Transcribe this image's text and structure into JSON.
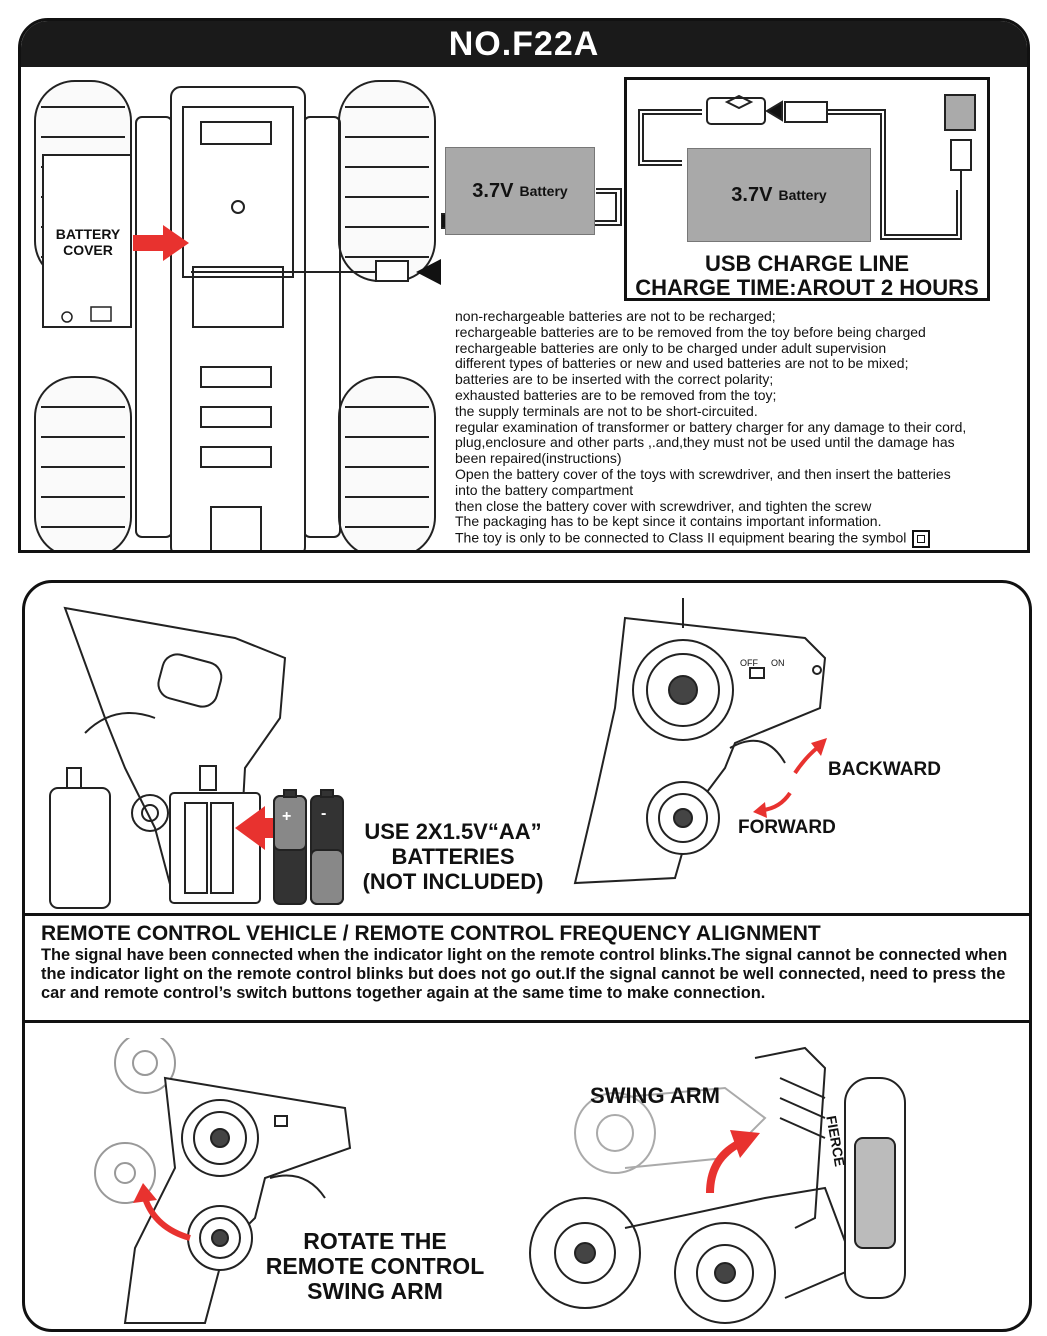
{
  "header": {
    "title": "NO.F22A"
  },
  "battery_diagram": {
    "battery_cover_label": "BATTERY COVER",
    "battery_voltage": "3.7V",
    "battery_word": "Battery"
  },
  "usb_box": {
    "battery_voltage": "3.7V",
    "battery_word": "Battery",
    "line1": "USB CHARGE LINE",
    "line2": "CHARGE TIME:AROUT 2 HOURS"
  },
  "notes": [
    "non-rechargeable batteries are not to be recharged;",
    "rechargeable batteries are to be removed from the toy before being charged",
    "rechargeable batteries are only to be charged under adult supervision",
    "different types of batteries or new and used batteries are not to be mixed;",
    "batteries are to be inserted with the correct polarity;",
    "exhausted batteries are to be removed from the toy;",
    "the supply terminals are not to be short-circuited.",
    "regular examination of transformer or battery charger for any damage to their cord,",
    "plug,enclosure and other parts ,.and,they must not be used until the damage has",
    "been repaired(instructions)",
    "Open the battery cover of the toys with screwdriver, and then insert the batteries",
    "into the battery compartment",
    "then close the battery cover with screwdriver, and tighten the screw",
    "The packaging has to be kept since it contains important information.",
    "The toy is only to be connected to Class II equipment bearing the symbol"
  ],
  "remote_batteries": {
    "line1": "USE 2X1.5V“AA”",
    "line2": "BATTERIES",
    "line3": "(NOT INCLUDED)",
    "plus": "+",
    "minus": "-"
  },
  "remote_controls": {
    "off_label": "OFF",
    "on_label": "ON",
    "backward_label": "BACKWARD",
    "forward_label": "FORWARD"
  },
  "frequency": {
    "title": "REMOTE CONTROL VEHICLE / REMOTE CONTROL FREQUENCY ALIGNMENT",
    "body": "The signal have been connected when the indicator light on the remote control blinks.The signal cannot be connected when the indicator light on the remote control blinks but does not go out.If the signal cannot be well connected, need to press the car and remote control’s switch buttons together again at the same time to make connection."
  },
  "swing": {
    "rotate_line1": "ROTATE THE",
    "rotate_line2": "REMOTE CONTROL",
    "rotate_line3": "SWING ARM",
    "swing_arm_label": "SWING ARM",
    "truck_logo": "FIERCE"
  },
  "colors": {
    "arrow_red": "#e8322f",
    "battery_gray": "#a9a9a9",
    "title_bg": "#1a1a1a"
  }
}
